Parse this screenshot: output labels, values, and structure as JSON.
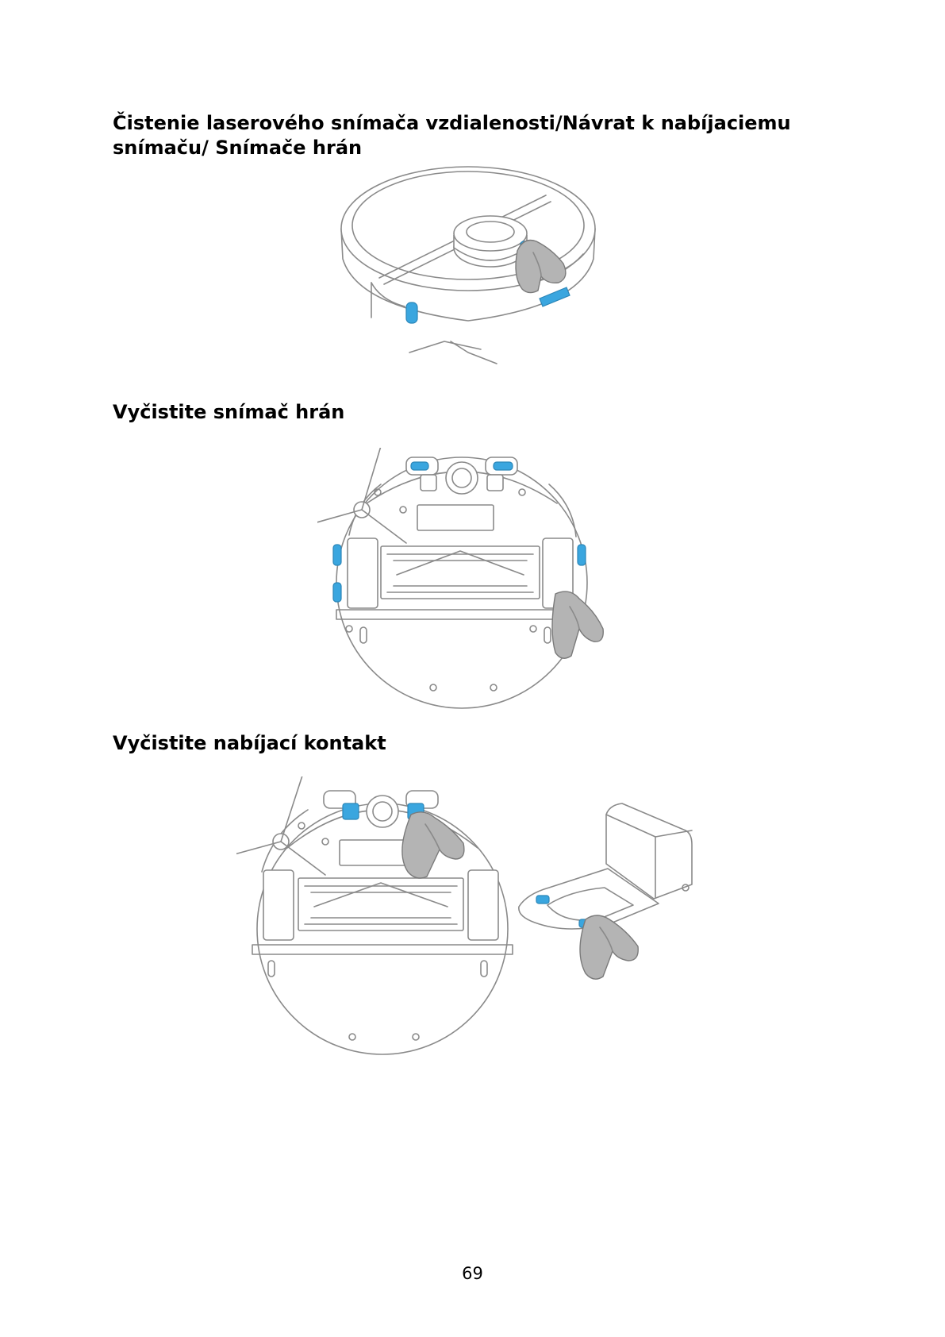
{
  "headings": {
    "laser_sensor": "Čistenie laserového snímača vzdialenosti/Návrat k nabíjaciemu snímaču/ Snímače hrán",
    "edge_sensor": "Vyčistite snímač hrán",
    "charging_contact": "Vyčistite nabíjací kontakt"
  },
  "page_number": "69",
  "colors": {
    "sensor_highlight": "#3aa6df",
    "cloth": "#b4b4b4",
    "line_art": "#8a8a8a"
  }
}
